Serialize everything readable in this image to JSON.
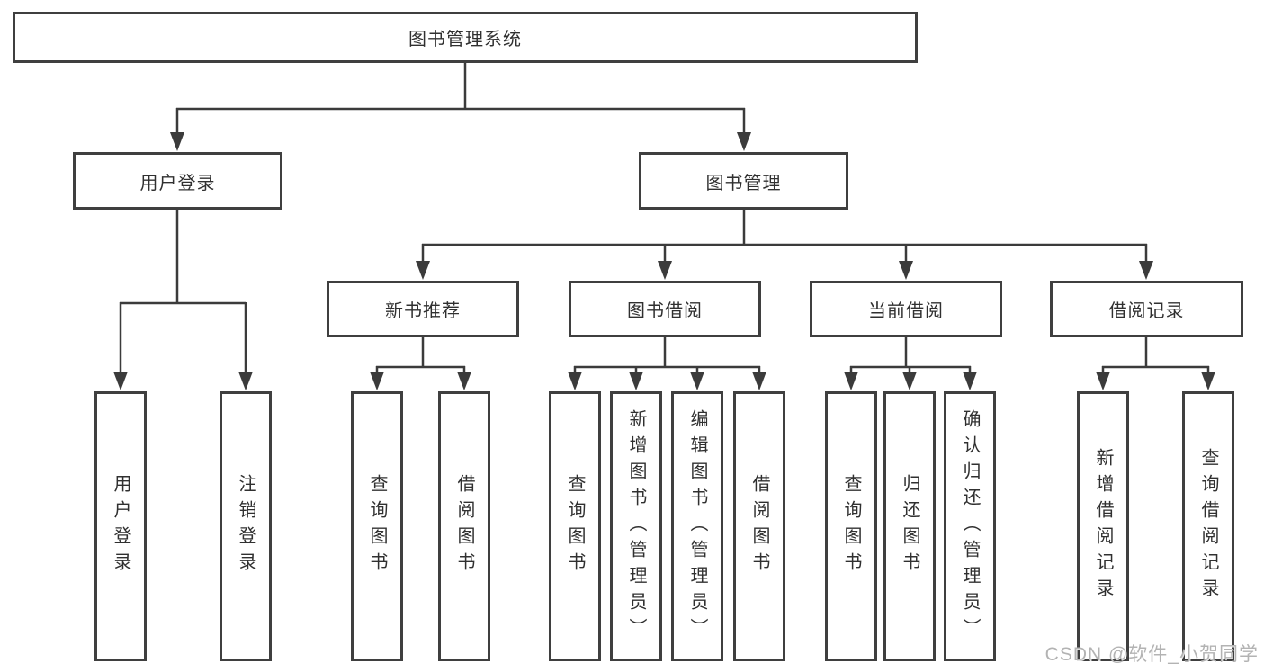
{
  "diagram": {
    "root": {
      "label": "图书管理系统"
    },
    "branches": [
      {
        "label": "用户登录",
        "children": [
          {
            "label": "用户登录"
          },
          {
            "label": "注销登录"
          }
        ]
      },
      {
        "label": "图书管理",
        "groups": [
          {
            "label": "新书推荐",
            "children": [
              {
                "label": "查询图书"
              },
              {
                "label": "借阅图书"
              }
            ]
          },
          {
            "label": "图书借阅",
            "children": [
              {
                "label": "查询图书"
              },
              {
                "label": "新增图书（管理员）"
              },
              {
                "label": "编辑图书（管理员）"
              },
              {
                "label": "借阅图书"
              }
            ]
          },
          {
            "label": "当前借阅",
            "children": [
              {
                "label": "查询图书"
              },
              {
                "label": "归还图书"
              },
              {
                "label": "确认归还（管理员）"
              }
            ]
          },
          {
            "label": "借阅记录",
            "children": [
              {
                "label": "新增借阅记录"
              },
              {
                "label": "查询借阅记录"
              }
            ]
          }
        ]
      }
    ]
  },
  "colors": {
    "line": "#3b3b3b",
    "box_border": "#3f3f3f",
    "text": "#303030",
    "watermark": "#b3b3b3"
  },
  "watermark": {
    "text": "CSDN @软件_小贺同学"
  }
}
